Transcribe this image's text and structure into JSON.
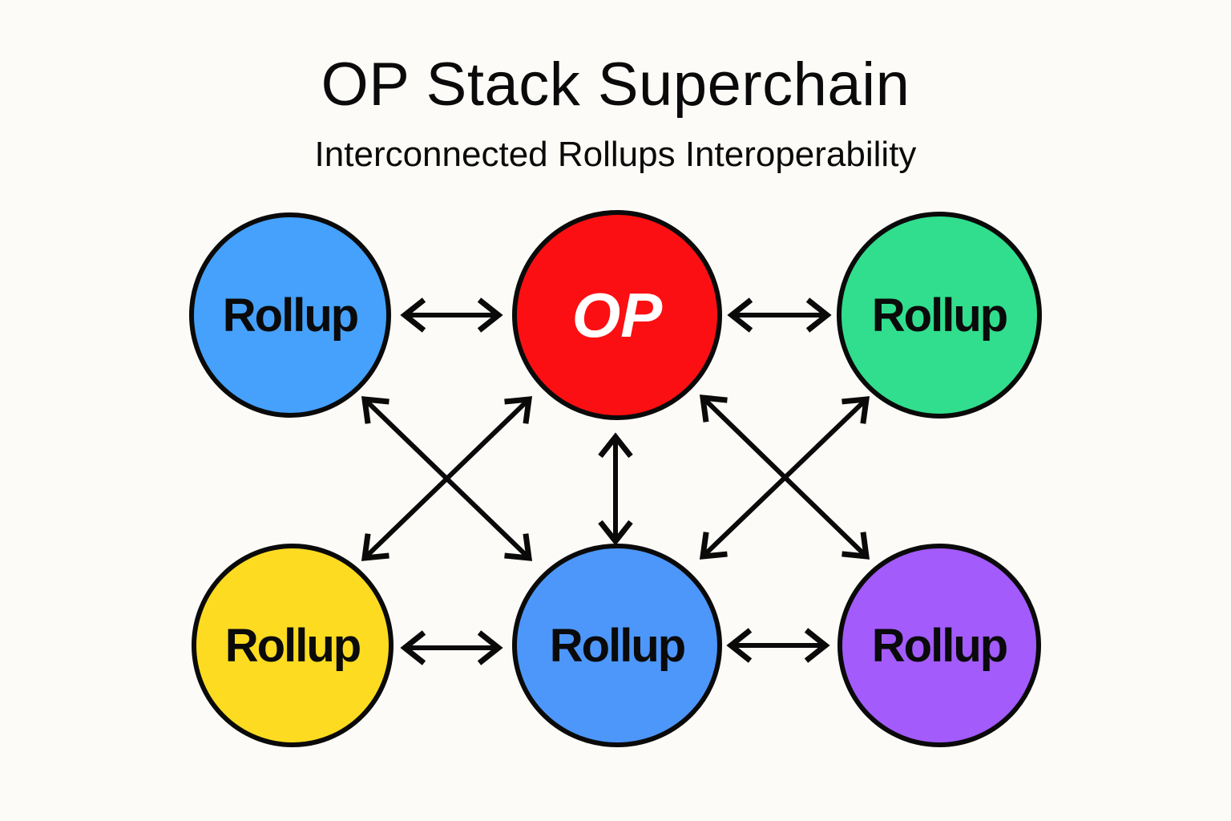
{
  "title": "OP Stack Superchain",
  "subtitle": "Interconnected Rollups Interoperability",
  "nodes": [
    {
      "id": "top-left",
      "label": "Rollup",
      "fill": "#45a1fb",
      "text_color": "#0a0a0a"
    },
    {
      "id": "top-center",
      "label": "OP",
      "fill": "#fc0f12",
      "text_color": "#ffffff"
    },
    {
      "id": "top-right",
      "label": "Rollup",
      "fill": "#31de8d",
      "text_color": "#0a0a0a"
    },
    {
      "id": "bottom-left",
      "label": "Rollup",
      "fill": "#fcdb21",
      "text_color": "#0a0a0a"
    },
    {
      "id": "bottom-center",
      "label": "Rollup",
      "fill": "#4d97fb",
      "text_color": "#0a0a0a"
    },
    {
      "id": "bottom-right",
      "label": "Rollup",
      "fill": "#a35bfb",
      "text_color": "#0a0a0a"
    }
  ],
  "connections": [
    {
      "from": "top-left",
      "to": "top-center",
      "bidirectional": true
    },
    {
      "from": "top-center",
      "to": "top-right",
      "bidirectional": true
    },
    {
      "from": "top-left",
      "to": "bottom-center",
      "bidirectional": true
    },
    {
      "from": "top-center",
      "to": "bottom-left",
      "bidirectional": true
    },
    {
      "from": "top-center",
      "to": "bottom-center",
      "bidirectional": true
    },
    {
      "from": "top-center",
      "to": "bottom-right",
      "bidirectional": true
    },
    {
      "from": "top-right",
      "to": "bottom-center",
      "bidirectional": true
    },
    {
      "from": "bottom-left",
      "to": "bottom-center",
      "bidirectional": true
    },
    {
      "from": "bottom-center",
      "to": "bottom-right",
      "bidirectional": true
    }
  ],
  "colors": {
    "background": "#fcfbf7",
    "stroke": "#0a0a0a"
  }
}
